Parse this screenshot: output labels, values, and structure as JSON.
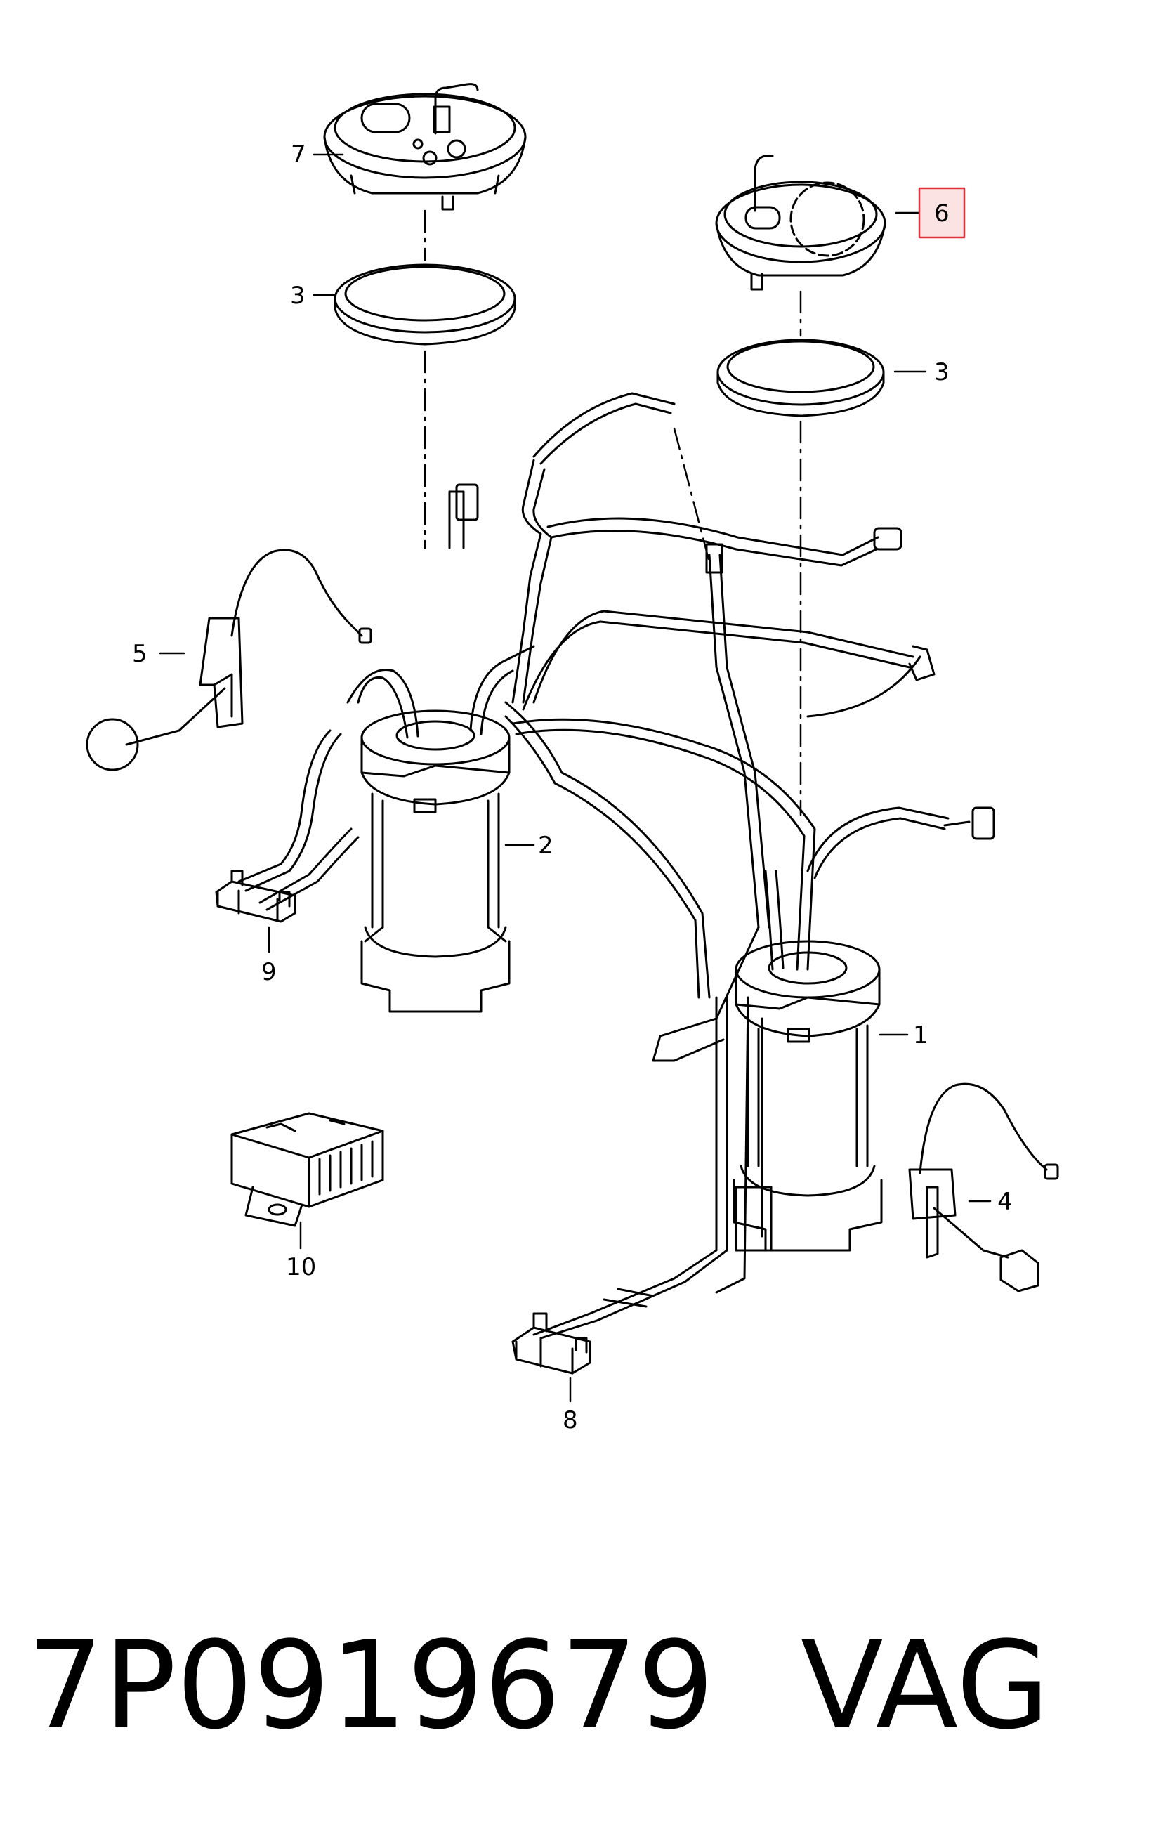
{
  "diagram": {
    "callouts": [
      {
        "id": "c7",
        "label": "7"
      },
      {
        "id": "c3a",
        "label": "3"
      },
      {
        "id": "c6",
        "label": "6"
      },
      {
        "id": "c3b",
        "label": "3"
      },
      {
        "id": "c5",
        "label": "5"
      },
      {
        "id": "c2",
        "label": "2"
      },
      {
        "id": "c9",
        "label": "9"
      },
      {
        "id": "c1",
        "label": "1"
      },
      {
        "id": "c4",
        "label": "4"
      },
      {
        "id": "c10",
        "label": "10"
      },
      {
        "id": "c8",
        "label": "8"
      }
    ],
    "highlight_color": "#e0323c",
    "highlight_fill": "#fbe3e4"
  },
  "footer": {
    "part_number": "7P0919679",
    "brand": "VAG"
  }
}
